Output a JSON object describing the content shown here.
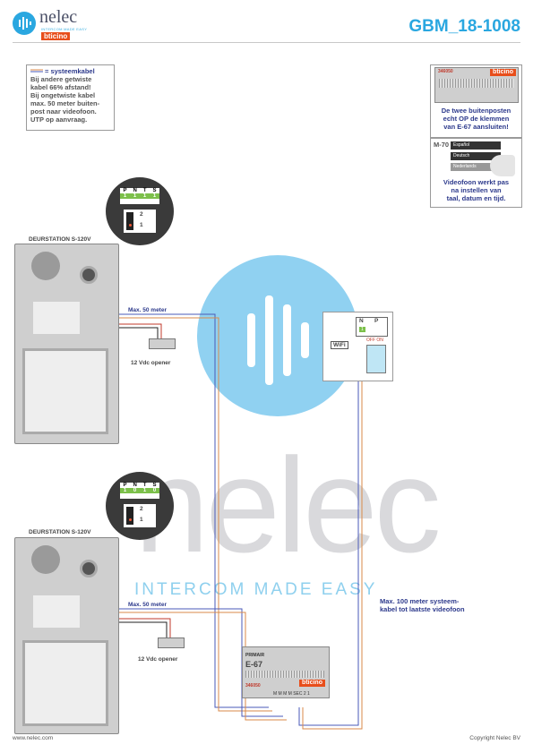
{
  "header": {
    "brand": "nelec",
    "tagline": "INTERCOM MADE EASY",
    "partner": "bticino",
    "doc_id": "GBM_18-1008"
  },
  "notes": {
    "legend_key": "= systeemkabel",
    "lines": [
      "Bij andere getwiste",
      "kabel 66% afstand!",
      "Bij ongetwiste kabel",
      "max. 50 meter buiten-",
      "post naar videofoon.",
      "UTP op aanvraag."
    ]
  },
  "inset_e67": {
    "code": "346050",
    "brand": "bticino",
    "caption": [
      "De twee buitenposten",
      "echt OP de klemmen",
      "van E-67 aansluiten!"
    ]
  },
  "inset_m70": {
    "model": "M-70",
    "menu": [
      "Español",
      "Deutsch",
      "Nederlands"
    ],
    "caption": [
      "Videofoon werkt pas",
      "na instellen van",
      "taal, datum en tijd."
    ]
  },
  "station_top": {
    "title": "DEURSTATION S-120V",
    "dip_labels": [
      "P",
      "N",
      "T",
      "S"
    ],
    "dip_values": [
      "1",
      "1",
      "1",
      "1"
    ],
    "jumper": [
      "2",
      "1"
    ],
    "distance": "Max. 50 meter",
    "opener": "12 Vdc opener"
  },
  "station_bottom": {
    "title": "DEURSTATION S-120V",
    "dip_labels": [
      "P",
      "N",
      "T",
      "S"
    ],
    "dip_values": [
      "1",
      "0",
      "1",
      "0"
    ],
    "jumper": [
      "2",
      "1"
    ],
    "distance": "Max. 50 meter",
    "opener": "12 Vdc opener"
  },
  "monitor": {
    "np_labels": [
      "N",
      "P"
    ],
    "np_value": "1",
    "wifi": "WiFi",
    "switch_label": "OFF ON"
  },
  "e67": {
    "title": "E-67",
    "primary": "PRIMAIR",
    "code": "346050",
    "brand": "bticino",
    "terminals": "M M M M SEC 2 1"
  },
  "system_note": [
    "Max. 100 meter systeem-",
    "kabel tot laatste videofoon"
  ],
  "watermark": {
    "word": "nelec",
    "tagline": "INTERCOM MADE EASY"
  },
  "footer": {
    "left": "www.nelec.com",
    "right": "Copyright Nelec BV"
  },
  "colors": {
    "accent": "#2aa7e0",
    "bticino": "#e84e1b",
    "wire_blue": "#4a5ab8",
    "wire_orange": "#d98a4a",
    "text_blue": "#2d3a8c"
  }
}
